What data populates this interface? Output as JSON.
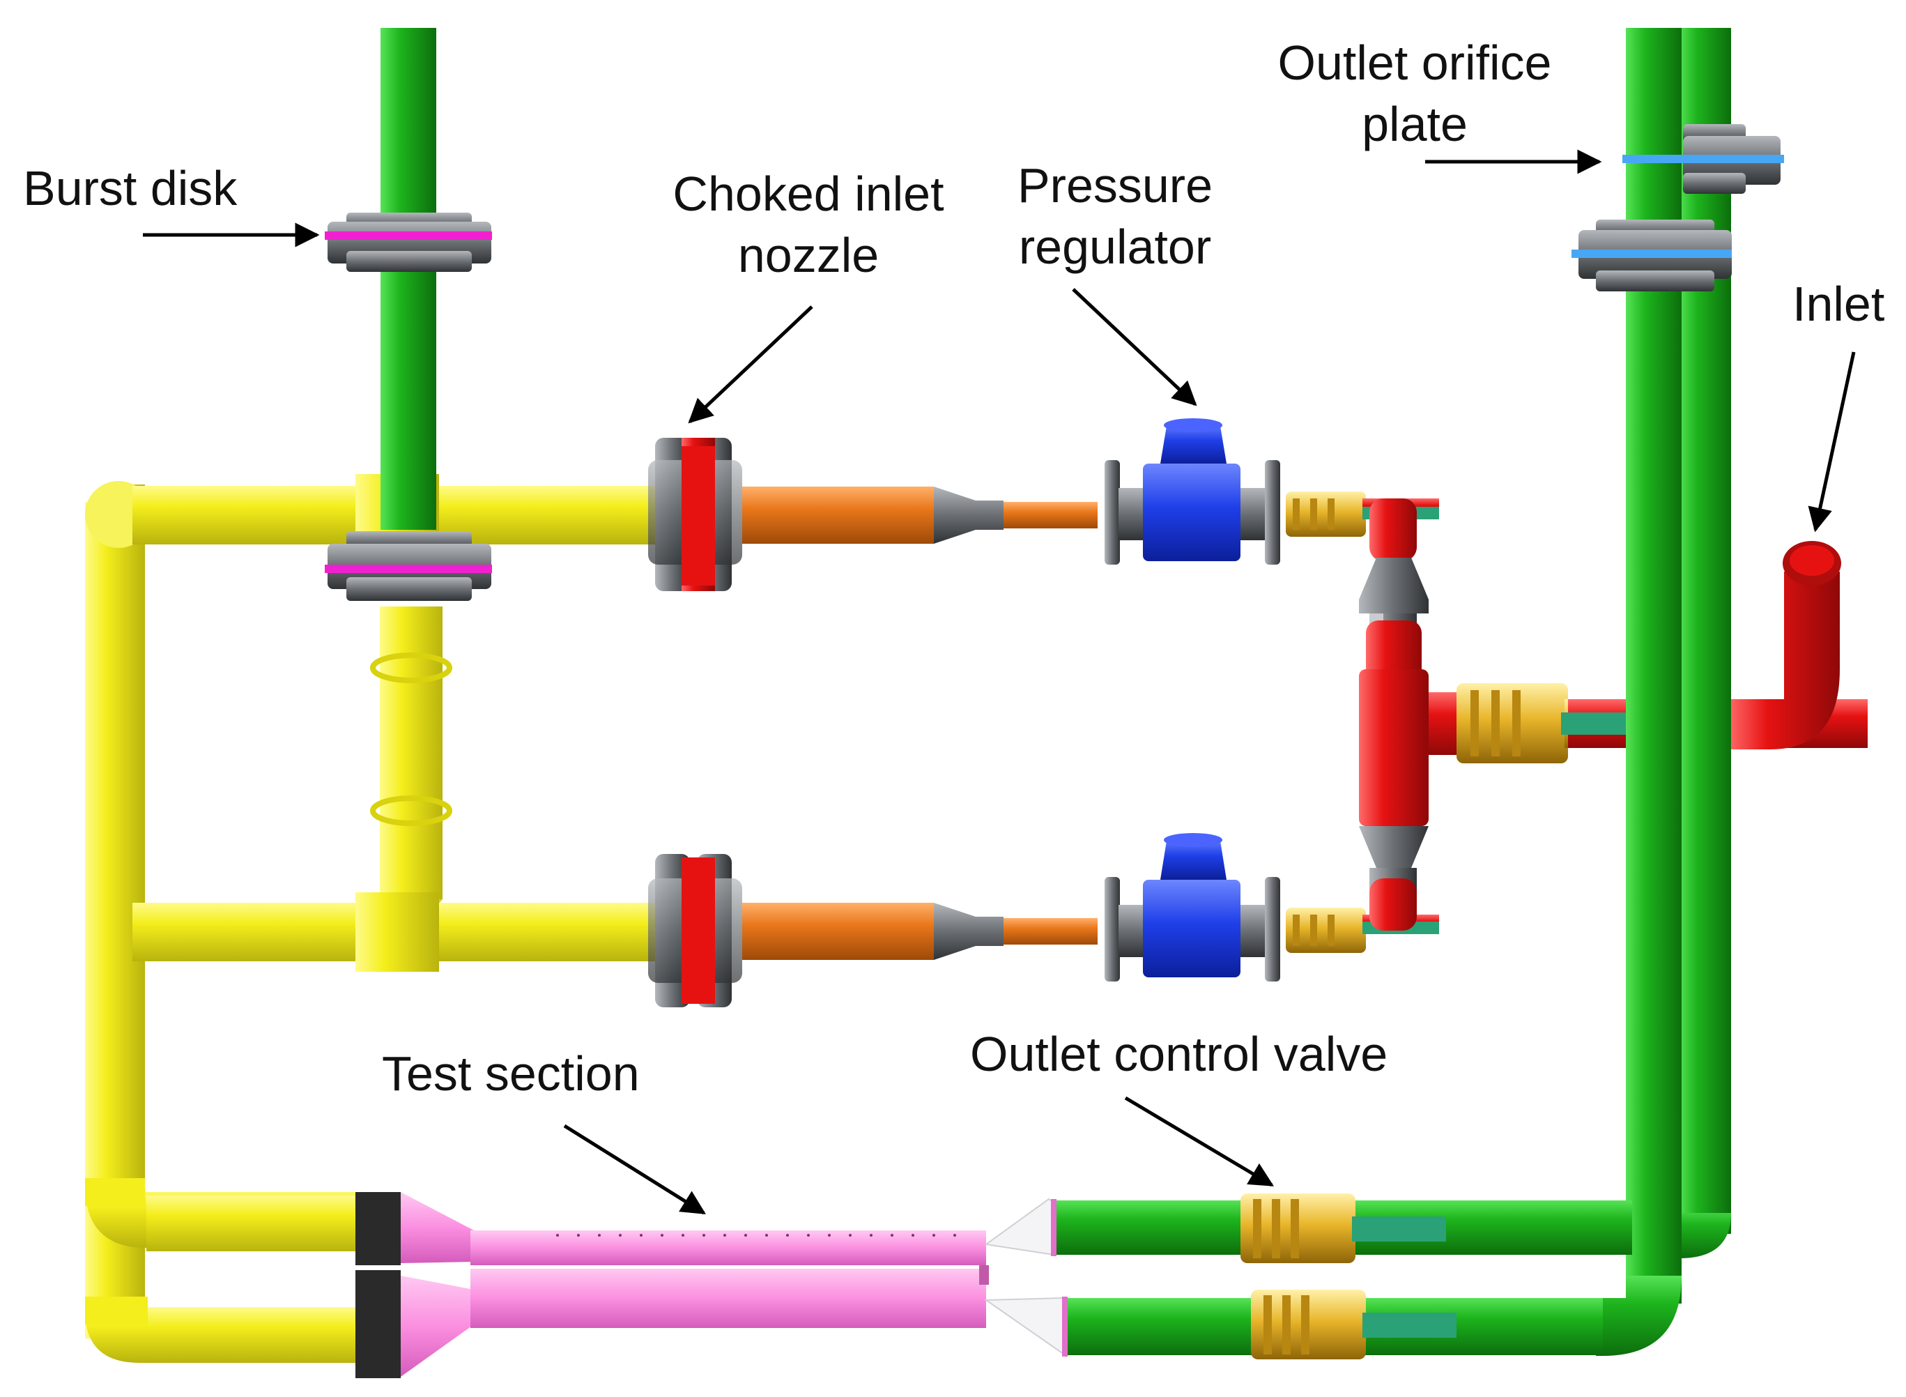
{
  "labels": {
    "burst_disk": "Burst disk",
    "choked_inlet_nozzle_line1": "Choked inlet",
    "choked_inlet_nozzle_line2": "nozzle",
    "pressure_regulator_line1": "Pressure",
    "pressure_regulator_line2": "regulator",
    "outlet_orifice_plate_line1": "Outlet orifice",
    "outlet_orifice_plate_line2": "plate",
    "inlet": "Inlet",
    "test_section": "Test section",
    "outlet_control_valve": "Outlet control valve"
  },
  "colors": {
    "yellow_pipe": "#f4ee1c",
    "green_pipe": "#1db41d",
    "red_pipe": "#e61212",
    "orange_pipe": "#e8761a",
    "blue_regulator": "#1f3fe8",
    "pink_test_section": "#fb8fe0",
    "magenta_disk": "#f020d0",
    "blue_orifice": "#47a7f5",
    "flange_gray": "#55585c",
    "brass": "#e8b52a",
    "teal_handle": "#2aa176",
    "label_text": "#111111"
  }
}
